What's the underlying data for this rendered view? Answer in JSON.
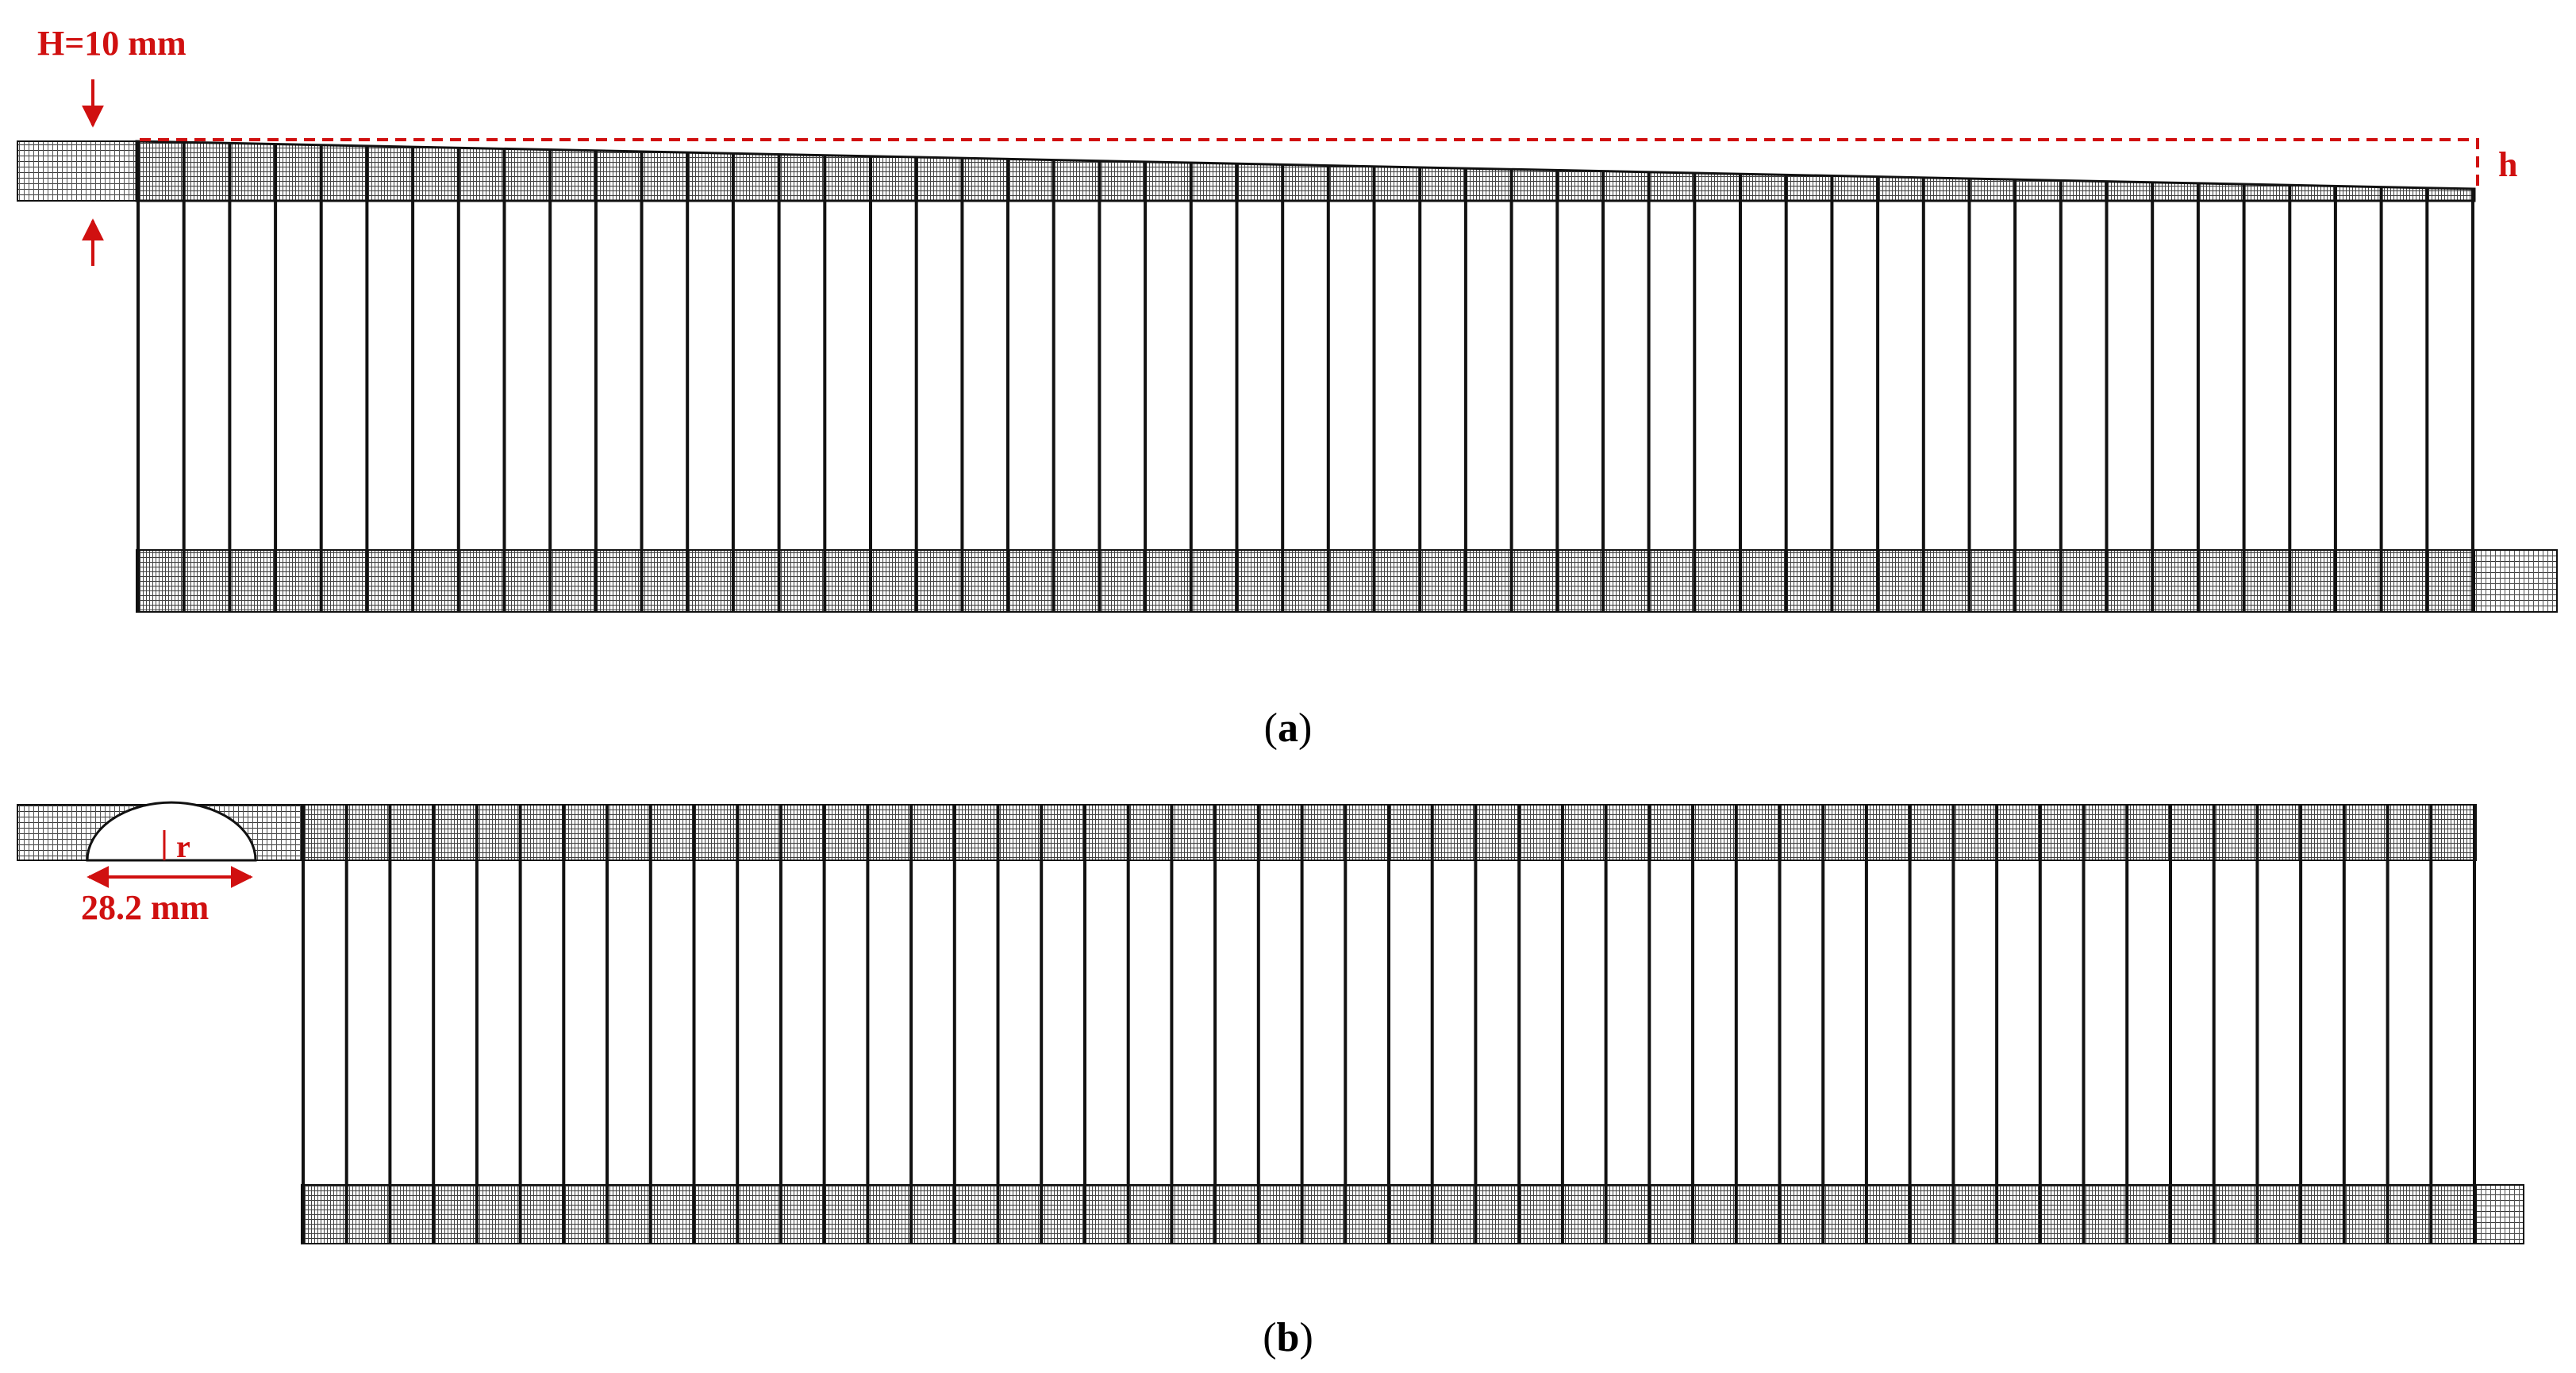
{
  "colors": {
    "mesh": "#1a1a1a",
    "mesh_fill": "#9a9a9a",
    "annotation": "#d01010",
    "background": "#ffffff"
  },
  "panel_a": {
    "dimension_label": "H=10 mm",
    "height_label": "h",
    "caption_open": "(",
    "caption_letter": "a",
    "caption_close": ")",
    "channel_count": 52
  },
  "panel_b": {
    "radius_label": "r",
    "width_label": "28.2 mm",
    "caption_open": "(",
    "caption_letter": "b",
    "caption_close": ")",
    "channel_count": 51
  }
}
